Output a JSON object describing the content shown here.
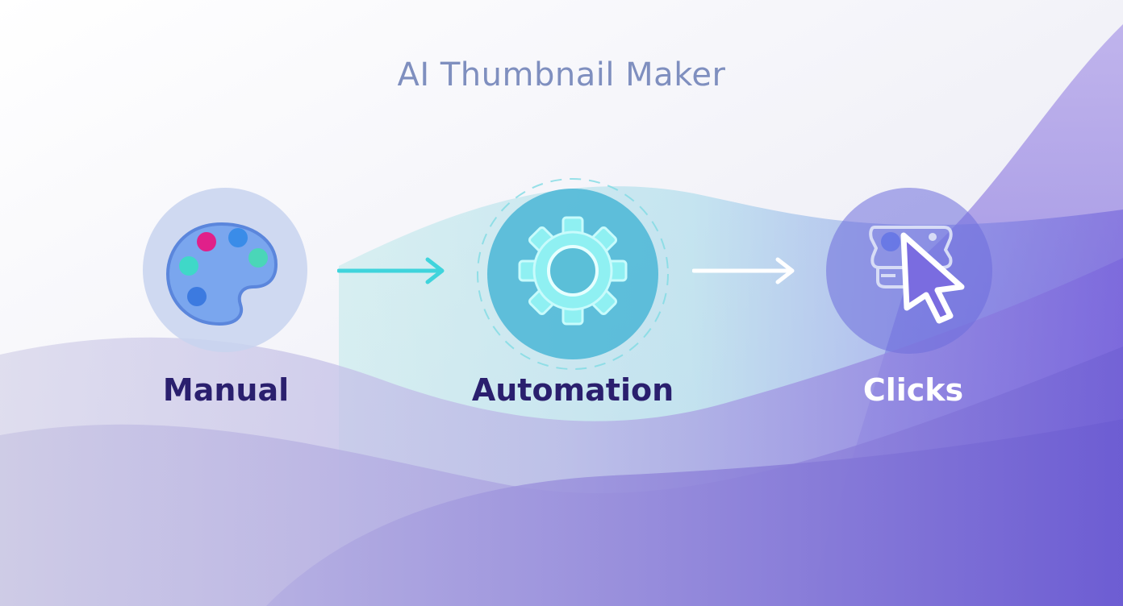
{
  "title": "AI Thumbnail Maker",
  "steps": [
    {
      "label": "Manual",
      "icon": "palette-icon",
      "label_color": "#2a1f6e"
    },
    {
      "label": "Automation",
      "icon": "gear-icon",
      "label_color": "#2a1f6e"
    },
    {
      "label": "Clicks",
      "icon": "cursor-click-icon",
      "label_color": "#ffffff"
    }
  ],
  "colors": {
    "title": "#7f8fbf",
    "accent_teal": "#3fd4dc",
    "accent_purple": "#7a6ce0",
    "palette_dots": [
      "#e0208a",
      "#3a8ce8",
      "#3fd8c8",
      "#4ad6b8",
      "#3c7ae0"
    ]
  }
}
